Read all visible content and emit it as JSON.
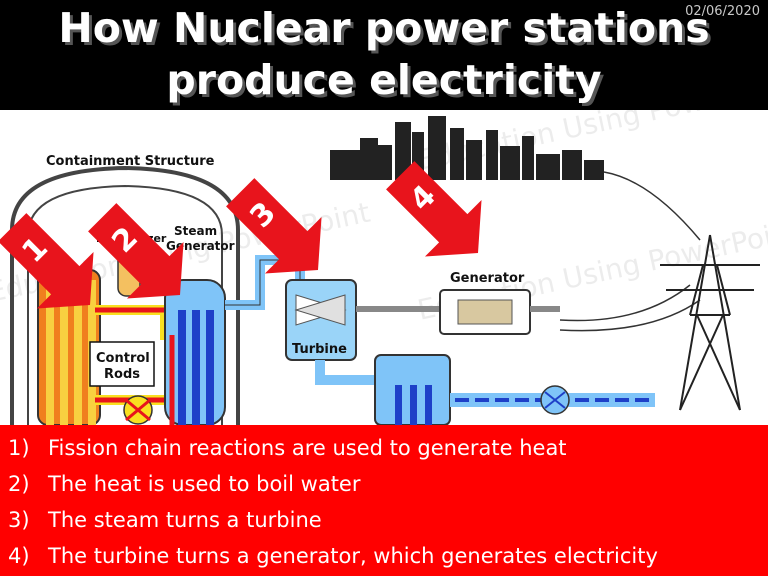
{
  "slide": {
    "title_line1": "How Nuclear power stations",
    "title_line2": "produce electricity",
    "date": "02/06/2020",
    "watermark": "Education Using PowerPoint"
  },
  "diagram": {
    "labels": {
      "containment": "Containment Structure",
      "pressurizer": "Pressurizer",
      "steam_generator_1": "Steam",
      "steam_generator_2": "Generator",
      "control_rods_1": "Control",
      "control_rods_2": "Rods",
      "turbine": "Turbine",
      "generator": "Generator"
    },
    "arrows": [
      "1",
      "2",
      "3",
      "4"
    ],
    "colors": {
      "arrow": "#e8141c",
      "water": "#3aa0f0",
      "reactor": "#f07f1e",
      "panel": "#ff0000"
    }
  },
  "steps": [
    {
      "num": "1)",
      "text": "Fission chain reactions are used to generate heat"
    },
    {
      "num": "2)",
      "text": "The heat is used to boil water"
    },
    {
      "num": "3)",
      "text": "The steam turns a turbine"
    },
    {
      "num": "4)",
      "text": "The turbine turns a generator, which generates electricity"
    }
  ]
}
